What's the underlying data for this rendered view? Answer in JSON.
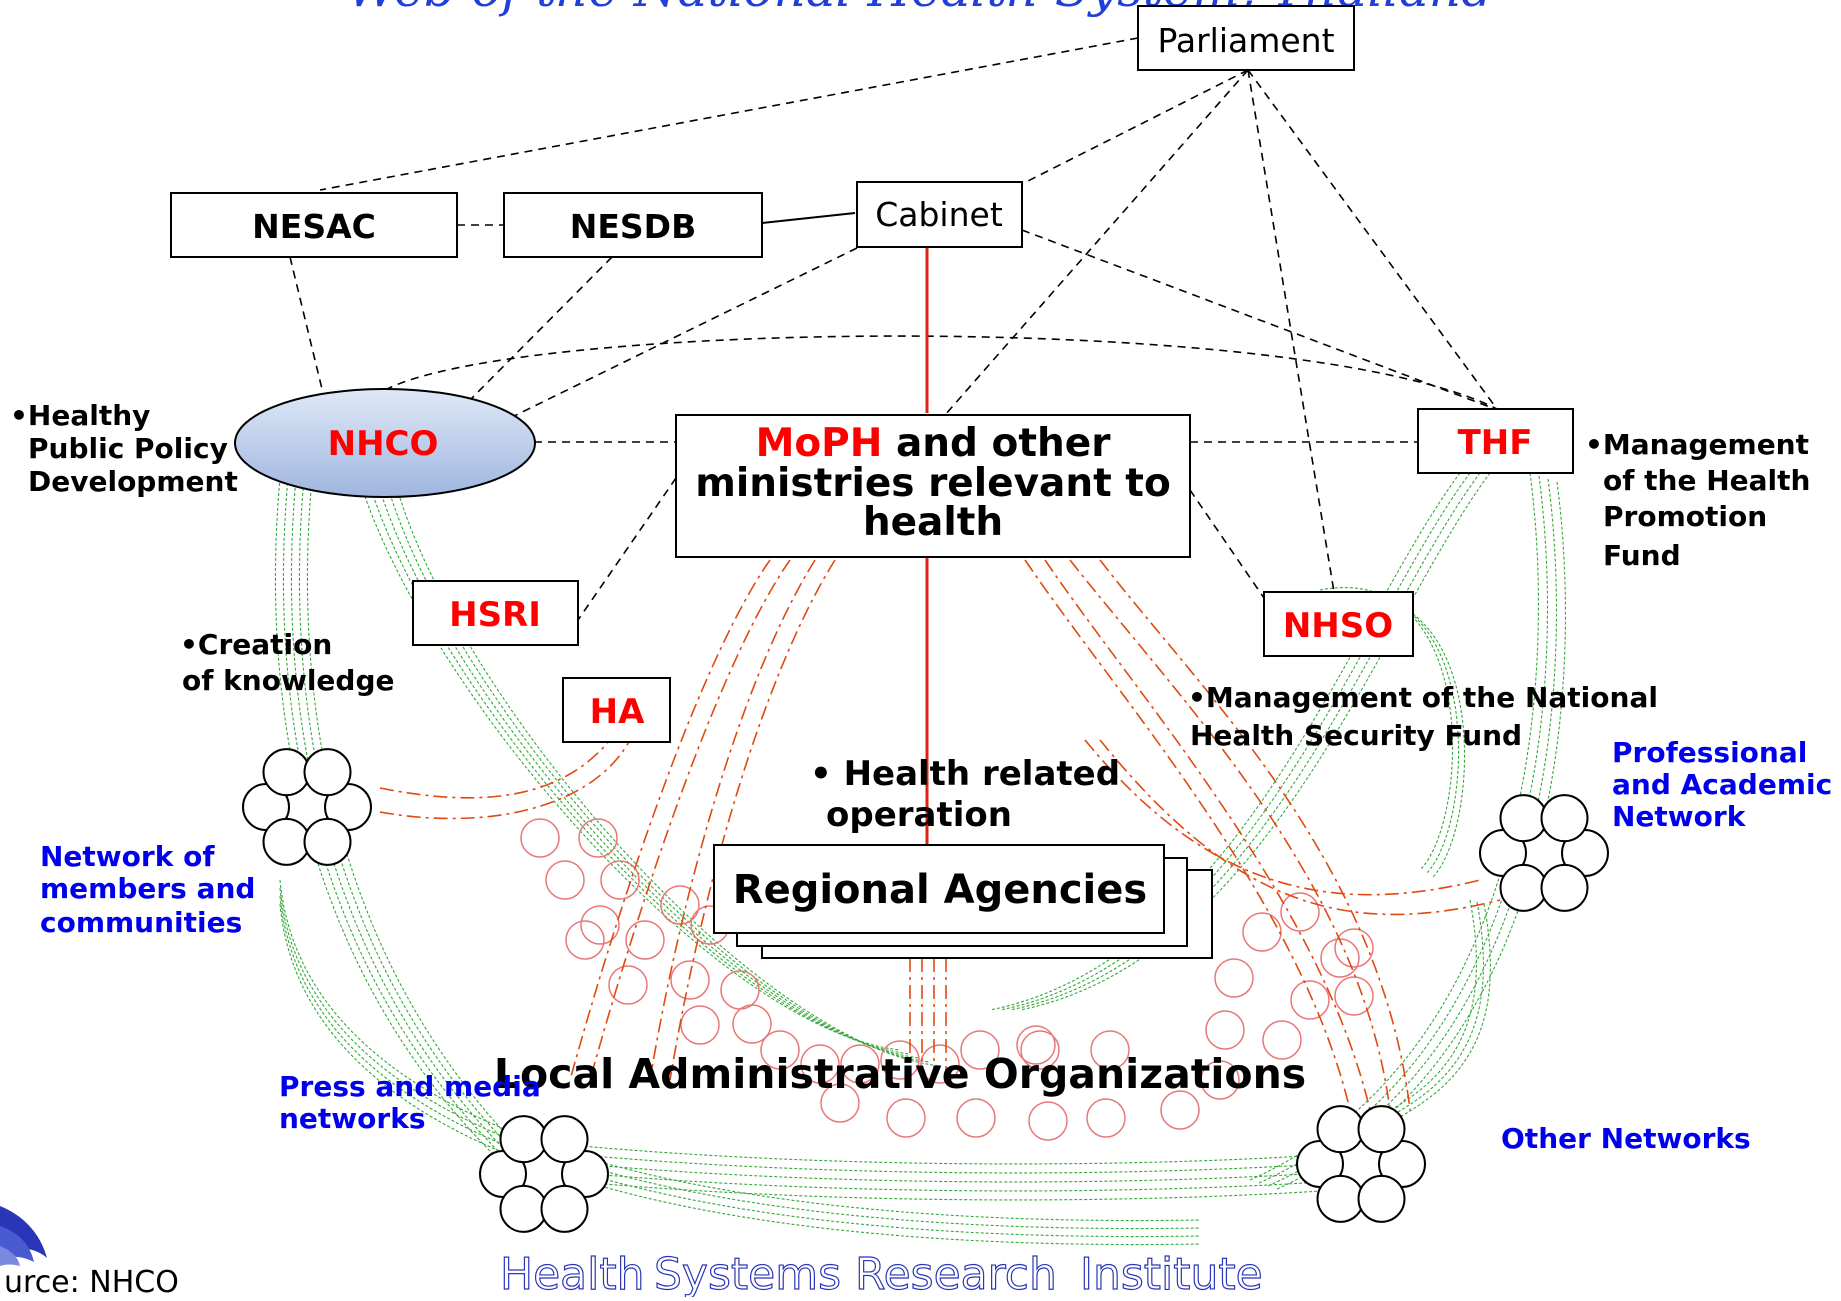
{
  "title": "Web of the National Health System, Thailand",
  "nodes": {
    "parliament": "Parliament",
    "cabinet": "Cabinet",
    "nesac": "NESAC",
    "nesdb": "NESDB",
    "nhco": "NHCO",
    "moph": {
      "highlight": "MoPH",
      "line1_rest": " and other",
      "line2": "ministries relevant to",
      "line3": "health"
    },
    "thf": "THF",
    "hsri": "HSRI",
    "ha": "HA",
    "nhso": "NHSO",
    "regional_agencies": "Regional Agencies",
    "local_admin": "Local Administrative Organizations"
  },
  "annotations": {
    "healthy_policy": [
      "•Healthy",
      "Public Policy",
      "Development"
    ],
    "thf_role": [
      "•Management",
      "of the Health",
      "Promotion",
      "Fund"
    ],
    "creation": [
      "•Creation",
      "of knowledge"
    ],
    "nhso_role": [
      "•Management of the National",
      "Health Security Fund"
    ],
    "health_op": [
      "• Health related",
      "operation"
    ]
  },
  "networks": {
    "members": [
      "Network of",
      "members and",
      "communities"
    ],
    "professional": [
      "Professional",
      "and Academic",
      "Network"
    ],
    "press": [
      "Press and media",
      "networks"
    ],
    "other": "Other Networks"
  },
  "footer": {
    "source": "urce:  NHCO",
    "institute_words": [
      "Health",
      "Systems",
      "Research",
      "Institute"
    ]
  },
  "colors": {
    "accent_red": "#ff0000",
    "network_blue": "#0000ee",
    "link_green": "#34a83a",
    "link_orange": "#e04a10",
    "ellipse_light": "#dfe8f7",
    "ellipse_mid": "#9fb6df",
    "logo_blue": "#2a36b8"
  }
}
